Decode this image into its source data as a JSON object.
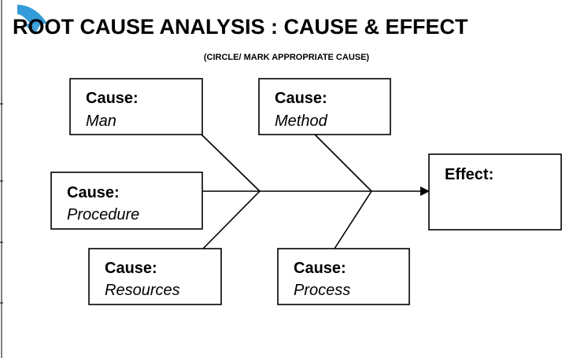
{
  "header": {
    "title": "ROOT CAUSE ANALYSIS :  CAUSE & EFFECT",
    "subtitle": "(CIRCLE/ MARK APPROPRIATE CAUSE)"
  },
  "diagram": {
    "causes": {
      "man": {
        "label": "Cause:",
        "value": "Man"
      },
      "method": {
        "label": "Cause:",
        "value": "Method"
      },
      "procedure": {
        "label": "Cause:",
        "value": "Procedure"
      },
      "resources": {
        "label": "Cause:",
        "value": "Resources"
      },
      "process": {
        "label": "Cause:",
        "value": "Process"
      }
    },
    "effect": {
      "label": "Effect:"
    }
  },
  "colors": {
    "logo_accent": "#1e90d6",
    "line": "#000000"
  }
}
